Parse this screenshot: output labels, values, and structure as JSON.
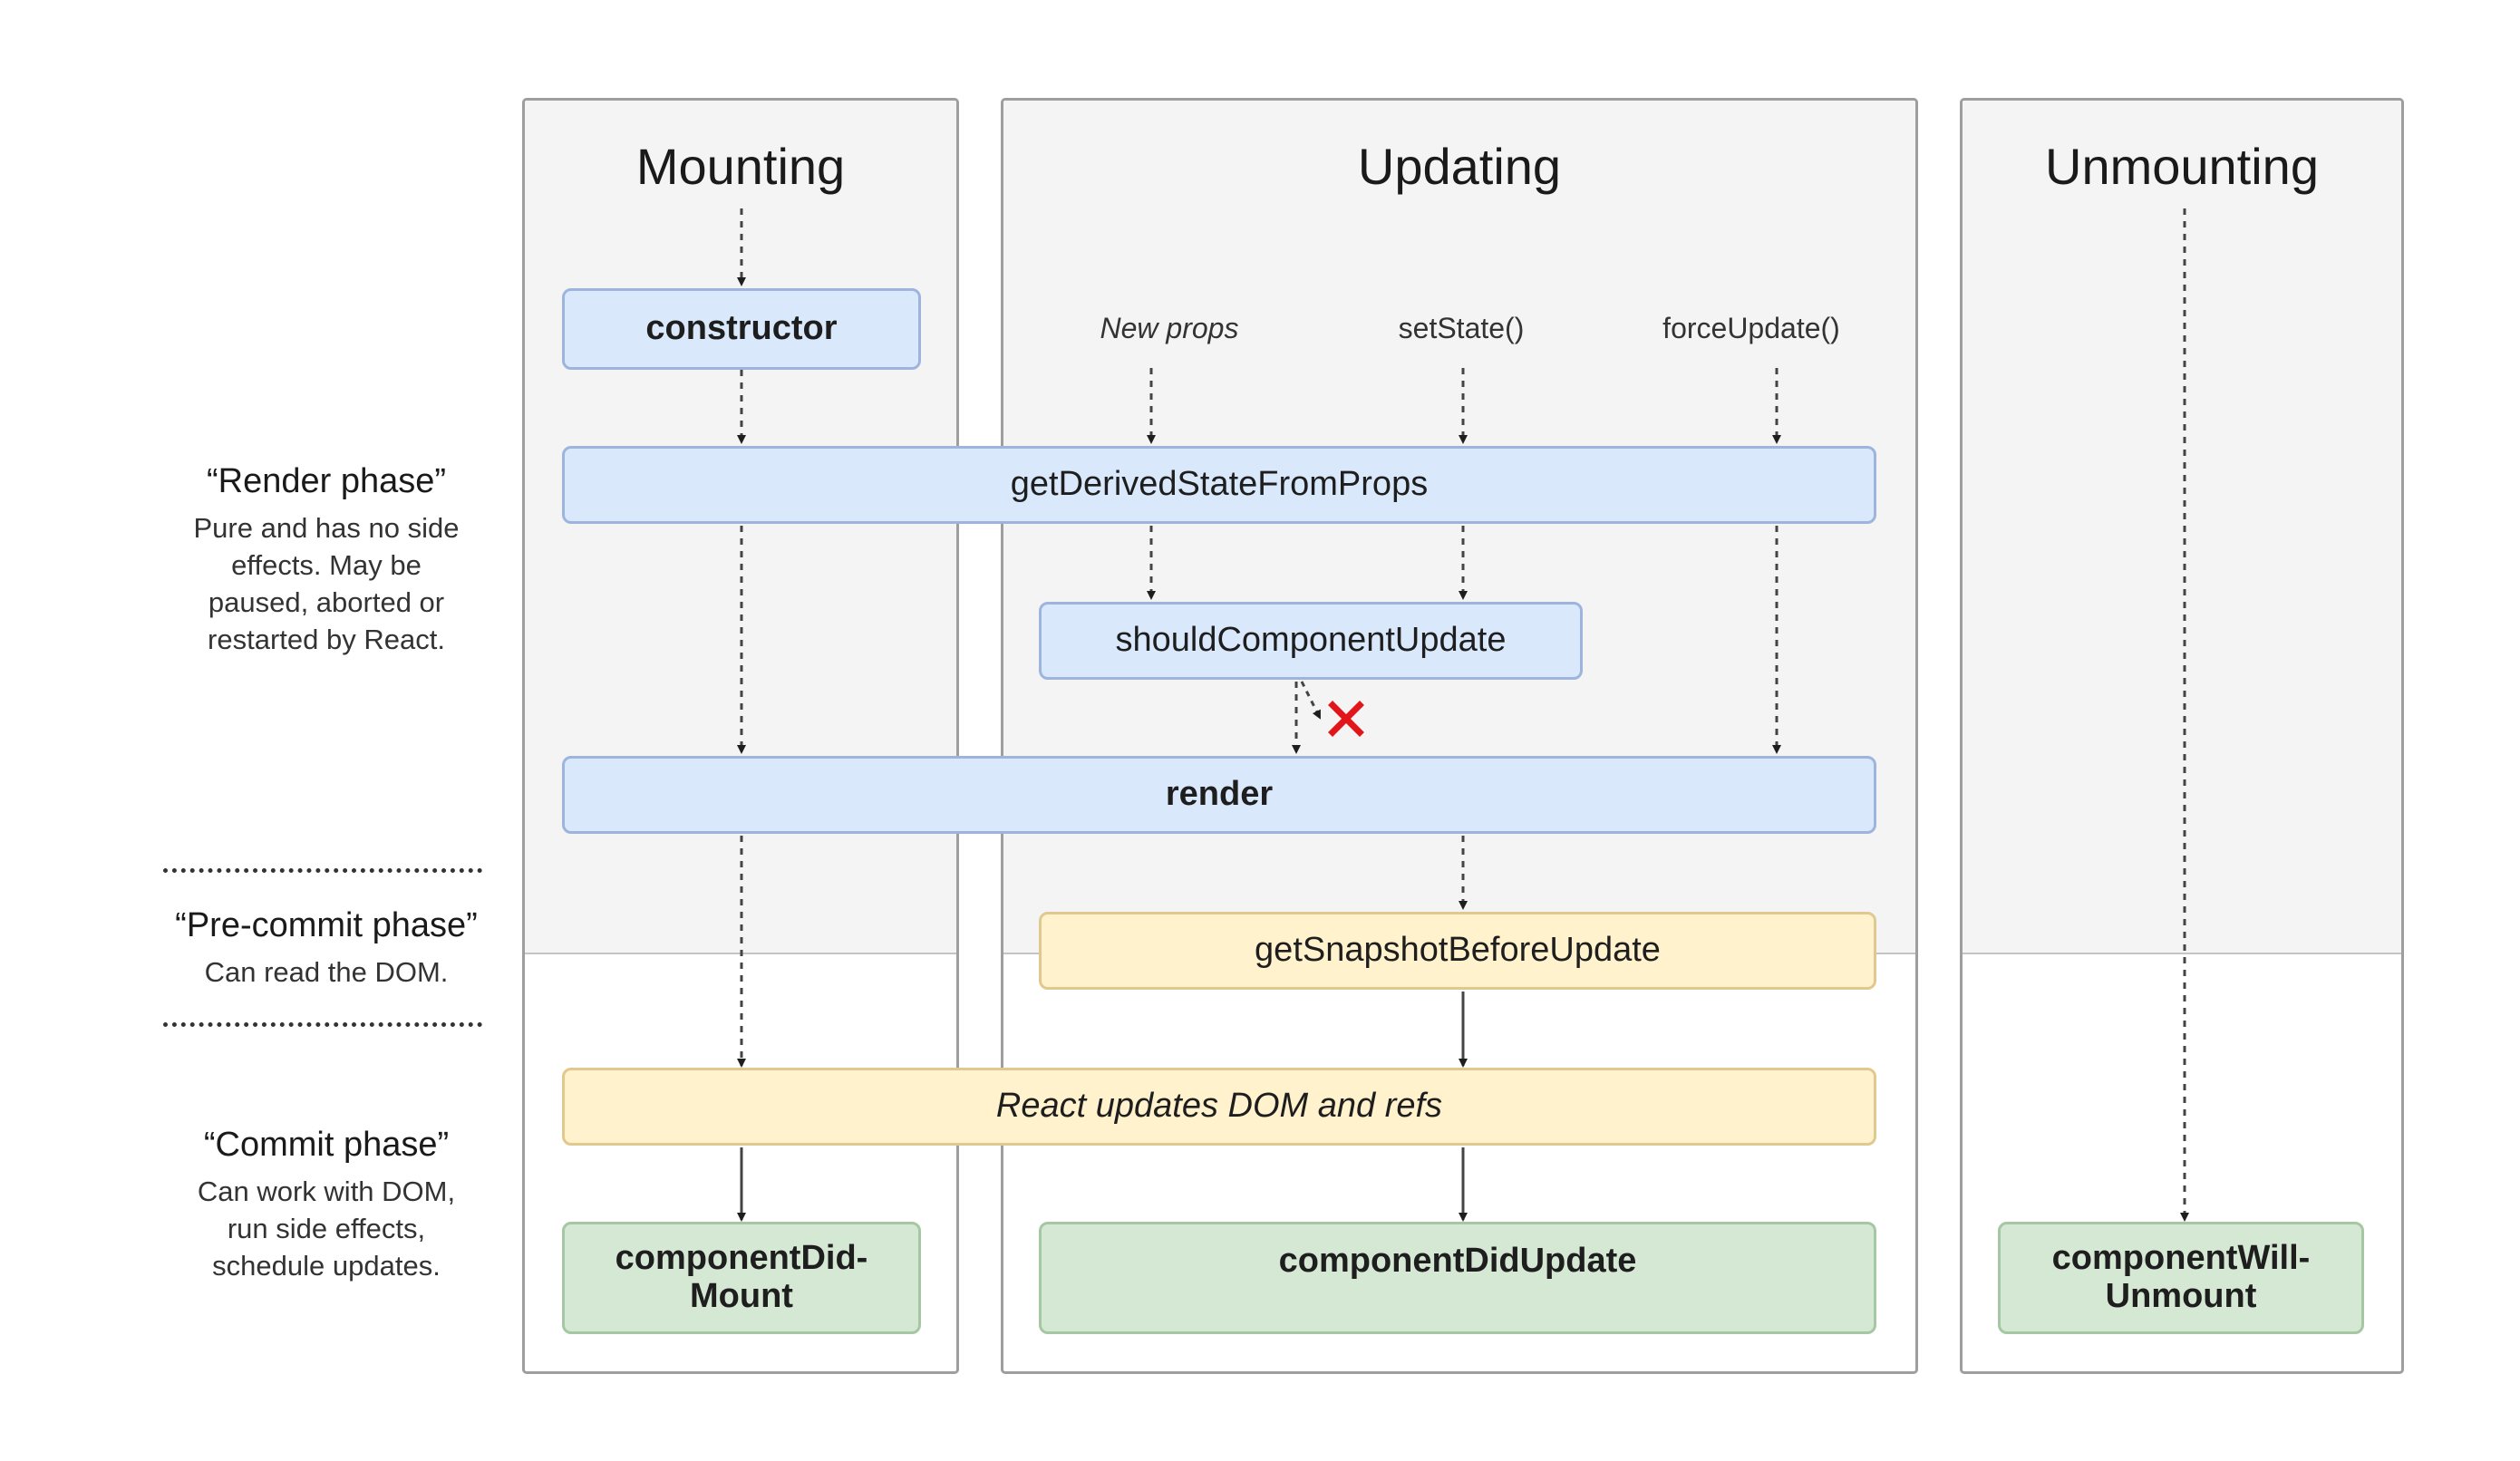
{
  "columns": {
    "mounting": "Mounting",
    "updating": "Updating",
    "unmounting": "Unmounting"
  },
  "triggers": {
    "new_props": "New props",
    "set_state": "setState()",
    "force_update": "forceUpdate()"
  },
  "nodes": {
    "constructor": "constructor",
    "get_derived_state": "getDerivedStateFromProps",
    "should_component_update": "shouldComponentUpdate",
    "render": "render",
    "get_snapshot": "getSnapshotBeforeUpdate",
    "react_updates": "React updates DOM and refs",
    "did_mount": "componentDid-\nMount",
    "did_update": "componentDidUpdate",
    "will_unmount": "componentWill-\nUnmount"
  },
  "phases": {
    "render": {
      "title": "“Render phase”",
      "desc": "Pure and has no side\neffects. May be\npaused, aborted or\nrestarted by React."
    },
    "precommit": {
      "title": "“Pre-commit phase”",
      "desc": "Can read the DOM."
    },
    "commit": {
      "title": "“Commit phase”",
      "desc": "Can work with DOM,\nrun side effects,\nschedule updates."
    }
  },
  "colors": {
    "render_phase_box": "#dae8fc",
    "precommit_box": "#fff2cc",
    "commit_box": "#d5e8d4",
    "stop_mark": "#e0161b"
  },
  "icons": {
    "stop": "close-icon"
  }
}
